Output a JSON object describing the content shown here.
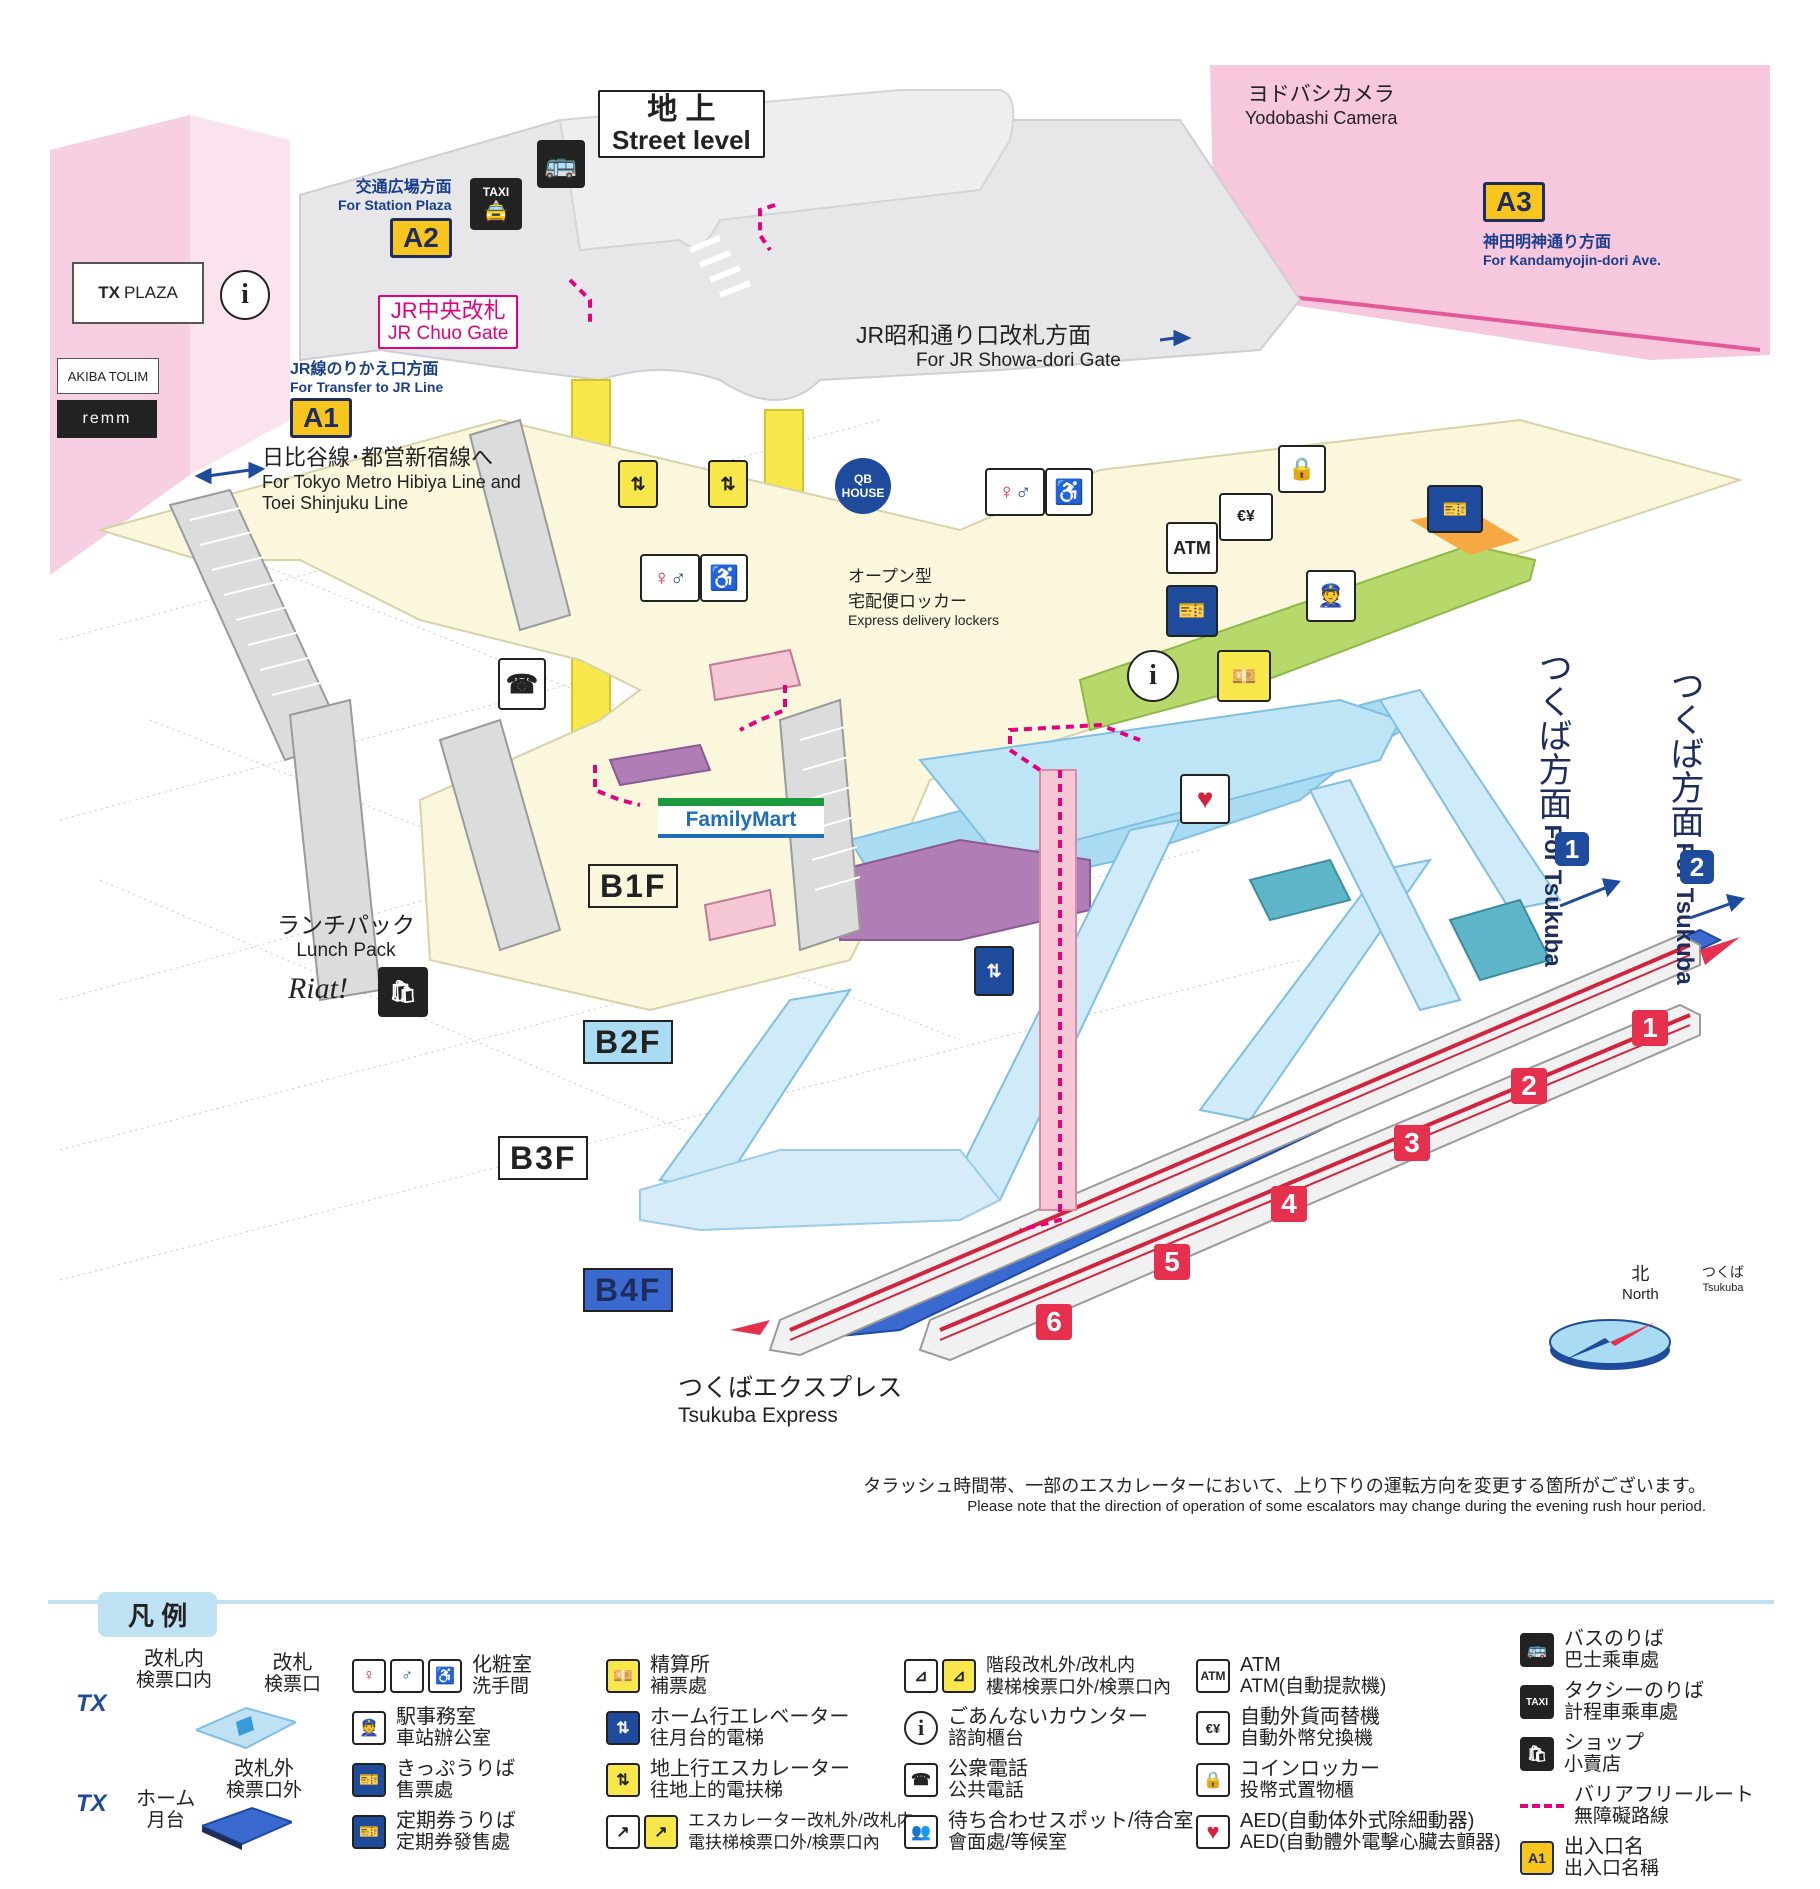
{
  "street": {
    "jp": "地 上",
    "en": "Street level"
  },
  "exits": {
    "a1": {
      "code": "A1",
      "jp": "JR線のりかえ口方面",
      "en": "For Transfer to JR Line"
    },
    "a2": {
      "code": "A2",
      "jp": "交通広場方面",
      "en": "For Station Plaza"
    },
    "a3": {
      "code": "A3",
      "jp": "神田明神通り方面",
      "en": "For Kandamyojin-dori Ave."
    }
  },
  "labels": {
    "jr_chuo_gate_jp": "JR中央改札",
    "jr_chuo_gate_en": "JR Chuo Gate",
    "showa_gate_jp": "JR昭和通り口改札方面",
    "showa_gate_en": "For JR Showa-dori Gate",
    "yodobashi_jp": "ヨドバシカメラ",
    "yodobashi_en": "Yodobashi Camera",
    "hibiya_jp": "日比谷線･都営新宿線へ",
    "hibiya_en1": "For Tokyo Metro Hibiya Line and",
    "hibiya_en2": "Toei Shinjuku Line",
    "lockers_jp1": "オープン型",
    "lockers_jp2": "宅配便ロッカー",
    "lockers_en": "Express delivery lockers",
    "lunchpack_jp": "ランチパック",
    "lunchpack_en": "Lunch Pack",
    "riat": "Riat!",
    "familymart": "FamilyMart",
    "tsukuba_express_jp": "つくばエクスプレス",
    "tsukuba_express_en": "Tsukuba Express",
    "for_tsukuba_1_jp": "つくば方面",
    "for_tsukuba_1_en": "For Tsukuba",
    "for_tsukuba_2_jp": "つくば方面",
    "for_tsukuba_2_en": "For Tsukuba",
    "north_jp": "北",
    "north_en": "North",
    "tsukuba_small_jp": "つくば",
    "tsukuba_small_en": "Tsukuba",
    "taxi": "TAXI",
    "atm": "ATM",
    "tx_plaza": "PLAZA",
    "akiba_tolim": "AKIBA TOLIM",
    "remm": "remm",
    "qb_house": "QB HOUSE"
  },
  "floors": [
    "B1F",
    "B2F",
    "B3F",
    "B4F"
  ],
  "platforms": [
    "1",
    "2",
    "3",
    "4",
    "5",
    "6"
  ],
  "directions": [
    "1",
    "2"
  ],
  "notice": {
    "jp": "タラッシュ時間帯、一部のエスカレーターにおいて、上り下りの運転方向を変更する箇所がございます。",
    "en": "Please note that the direction of operation of some escalators may change during the evening rush hour period."
  },
  "legend": {
    "title": "凡 例",
    "gate_inside_jp": "改札内",
    "gate_inside_zh": "検票口内",
    "gate_jp": "改札",
    "gate_zh": "検票口",
    "gate_outside_jp": "改札外",
    "gate_outside_zh": "検票口外",
    "platform_jp": "ホーム",
    "platform_zh": "月台",
    "items": [
      {
        "icon": "toilet-icon",
        "jp": "化粧室",
        "zh": "洗手間"
      },
      {
        "icon": "station-office-icon",
        "jp": "駅事務室",
        "zh": "車站辦公室"
      },
      {
        "icon": "ticket-icon",
        "jp": "きっぷうりば",
        "zh": "售票處"
      },
      {
        "icon": "commuter-pass-icon",
        "jp": "定期券うりば",
        "zh": "定期券發售處"
      },
      {
        "icon": "fare-adjust-icon",
        "jp": "精算所",
        "zh": "補票處"
      },
      {
        "icon": "platform-elevator-icon",
        "jp": "ホーム行エレベーター",
        "zh": "往月台的電梯"
      },
      {
        "icon": "street-escalator-icon",
        "jp": "地上行エスカレーター",
        "zh": "往地上的電扶梯"
      },
      {
        "icon": "escalator-icon",
        "jp": "エスカレーター改札外/改札内",
        "zh": "電扶梯検票口外/検票口內"
      },
      {
        "icon": "stairs-icon",
        "jp": "階段改札外/改札内",
        "zh": "樓梯検票口外/検票口內"
      },
      {
        "icon": "info-icon",
        "jp": "ごあんないカウンター",
        "zh": "諮詢櫃台"
      },
      {
        "icon": "phone-icon",
        "jp": "公衆電話",
        "zh": "公共電話"
      },
      {
        "icon": "meeting-spot-icon",
        "jp": "待ち合わせスポット/待合室",
        "zh": "會面處/等候室"
      },
      {
        "icon": "atm-icon",
        "jp": "ATM",
        "zh": "ATM(自動提款機)"
      },
      {
        "icon": "currency-exchange-icon",
        "jp": "自動外貨両替機",
        "zh": "自動外幣兌換機"
      },
      {
        "icon": "coin-locker-icon",
        "jp": "コインロッカー",
        "zh": "投幣式置物櫃"
      },
      {
        "icon": "aed-icon",
        "jp": "AED(自動体外式除細動器)",
        "zh": "AED(自動體外電擊心臟去顫器)"
      },
      {
        "icon": "bus-icon",
        "jp": "バスのりば",
        "zh": "巴士乘車處"
      },
      {
        "icon": "taxi-icon",
        "jp": "タクシーのりば",
        "zh": "計程車乘車處"
      },
      {
        "icon": "shop-icon",
        "jp": "ショップ",
        "zh": "小賣店"
      },
      {
        "icon": "barrier-free-icon",
        "jp": "バリアフリールート",
        "zh": "無障礙路線"
      },
      {
        "icon": "exit-code-icon",
        "jp": "出入口名",
        "zh": "出入口名稱"
      }
    ]
  },
  "colors": {
    "street": "#e7e7e9",
    "b1f": "#fbf7dc",
    "b2f": "#a9dcf3",
    "platform": "#3a6ad0",
    "ticket_gate_area": "#b7d86a",
    "shop": "#b07db6",
    "building": "#f6c7dd",
    "train_stripe": "#d2233f",
    "elevator": "#f5c6d4",
    "yellow_shaft": "#f7e74a",
    "barrier_free": "#e6007e",
    "navy": "#1e2d5c"
  }
}
